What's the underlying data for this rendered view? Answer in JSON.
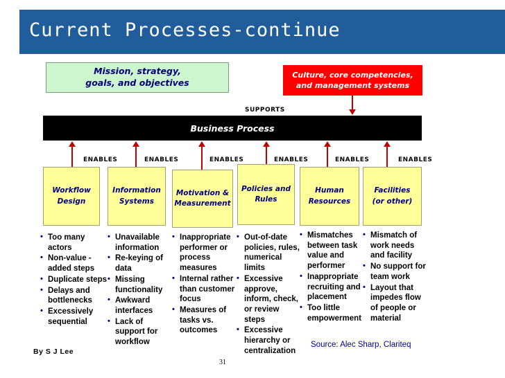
{
  "slide": {
    "title": "Current Processes-continue",
    "author": "By S J Lee",
    "page_number": "31",
    "source": "Source: Alec Sharp, Clariteq"
  },
  "colors": {
    "title_bar": "#215d9b",
    "mission_box": "#cdf6cf",
    "culture_box": "#ff0000",
    "business_bar": "#000000",
    "process_box": "#ffff99",
    "arrow": "#c00000",
    "box_text": "#00007a"
  },
  "diagram": {
    "mission_box": [
      "Mission, strategy,",
      "goals, and objectives"
    ],
    "culture_box": [
      "Culture, core competencies,",
      "and management systems"
    ],
    "supports_label": "SUPPORTS",
    "business_process": "Business Process",
    "enables_label": "ENABLES",
    "columns": [
      {
        "label": [
          "Workflow",
          "Design"
        ],
        "issues": [
          "Too many actors",
          "Non-value -added steps",
          "Duplicate steps",
          "Delays and bottlenecks",
          "Excessively sequential"
        ]
      },
      {
        "label": [
          "Information",
          "Systems"
        ],
        "issues": [
          "Unavailable information",
          "Re-keying of data",
          "Missing functionality",
          "Awkward interfaces",
          "Lack of support for workflow"
        ]
      },
      {
        "label": [
          "Motivation &",
          "Measurement"
        ],
        "issues": [
          "Inappropriate performer or process measures",
          "Internal rather than customer focus",
          "Measures of tasks vs. outcomes"
        ]
      },
      {
        "label": [
          "Policies and",
          "Rules"
        ],
        "issues": [
          "Out-of-date policies, rules, numerical limits",
          "Excessive approve, inform, check, or review steps",
          "Excessive hierarchy or centralization"
        ]
      },
      {
        "label": [
          "Human",
          "Resources"
        ],
        "issues": [
          "Mismatches between task value and performer",
          "Inappropriate recruiting and placement",
          "Too little empowerment"
        ]
      },
      {
        "label": [
          "Facilities",
          "(or other)"
        ],
        "issues": [
          "Mismatch of work needs and facility",
          "No support for team work",
          "Layout that impedes flow of people or material"
        ]
      }
    ]
  }
}
